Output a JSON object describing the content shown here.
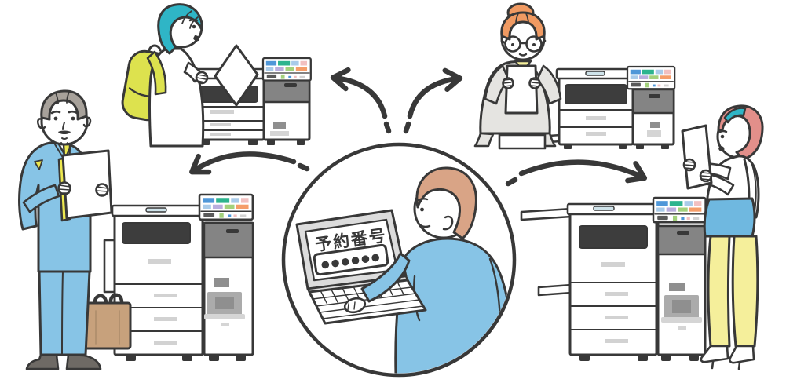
{
  "center": {
    "screen_label": "予約番号",
    "password_dots": "●●●●●●"
  },
  "scenes": [
    "student-with-backpack-at-printer",
    "woman-with-glasses-at-printer",
    "businessman-with-document-at-printer",
    "woman-with-tote-bag-at-printer",
    "man-entering-reservation-number-on-laptop"
  ],
  "palette": {
    "ink": "#383838",
    "paper_white": "#ffffff",
    "sky_blue": "#87c4e6",
    "teal": "#2fb5c6",
    "yellow_green": "#dde24e",
    "yellow": "#ede84f",
    "pale_yellow": "#f5ef9b",
    "orange_hair": "#f09a62",
    "pink_hair": "#e28f8a",
    "tan_hair": "#d9a486",
    "gray_hair": "#a7a19a",
    "cool_gray": "#e5e4e1",
    "warm_brown": "#c7a17c",
    "bag_blue": "#6fb8e0",
    "bag_crease": "#b08f6d",
    "printer_gray": "#848484",
    "printer_dark": "#3d3d3d",
    "tray_mark": "#d2d2d2",
    "scan_strip": "#cfe3ea",
    "laptop_gray": "#dcdcdc",
    "shoe_gray": "#6e6a65",
    "glyph_dark": "#8f8f8f",
    "glyph_mid": "#ababab",
    "glyph_light": "#d5d5d5",
    "btn_blue": "#4f97d8",
    "btn_green": "#2db48e",
    "btn_light_blue": "#a9cbe9",
    "btn_purple": "#b9aede",
    "btn_orange": "#f59d69",
    "btn_pink": "#f2c0c0",
    "btn_lime": "#a3d17c",
    "display_dark": "#5a5a5a"
  }
}
